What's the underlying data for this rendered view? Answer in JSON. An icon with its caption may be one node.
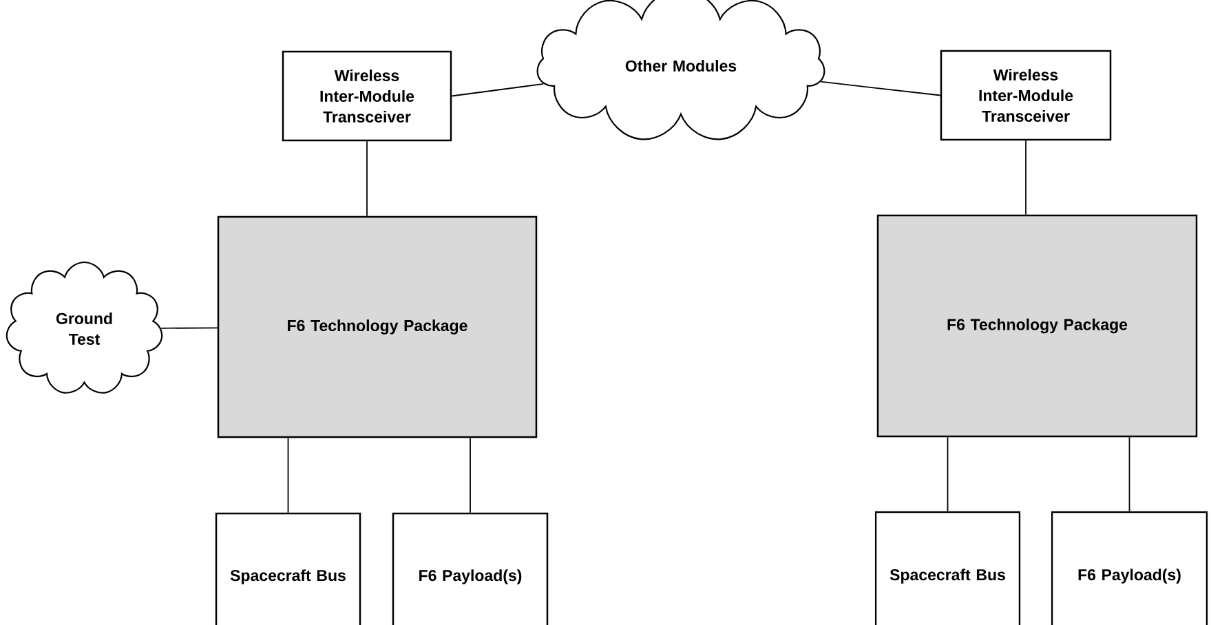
{
  "diagram": {
    "nodes": [
      {
        "text": [
          "Wireless Inter-Module Transceiver"
        ]
      },
      {
        "text": [
          "Other Modules"
        ]
      },
      {
        "text": [
          "Wireless Inter-Module Transceiver"
        ]
      },
      {
        "text": [
          "Ground Test"
        ]
      },
      {
        "text": [
          "F6 Technology Package"
        ]
      },
      {
        "text": [
          "F6 Technology Package"
        ]
      },
      {
        "text": [
          "Spacecraft Bus"
        ]
      },
      {
        "text": [
          "F6 Payload(s)"
        ]
      },
      {
        "text": [
          "Spacecraft Bus"
        ]
      },
      {
        "text": [
          "F6 Payload(s)"
        ]
      }
    ],
    "edges": [
      {
        "from": 0,
        "to": 1,
        "arrow": "none"
      },
      {
        "from": 1,
        "to": 2,
        "arrow": "none"
      },
      {
        "from": 0,
        "to": 4,
        "arrow": "none"
      },
      {
        "from": 2,
        "to": 5,
        "arrow": "none"
      },
      {
        "from": 3,
        "to": 4,
        "arrow": "none"
      },
      {
        "from": 4,
        "to": 6,
        "arrow": "none"
      },
      {
        "from": 4,
        "to": 7,
        "arrow": "none"
      },
      {
        "from": 5,
        "to": 8,
        "arrow": "none"
      },
      {
        "from": 5,
        "to": 9,
        "arrow": "none"
      }
    ]
  }
}
